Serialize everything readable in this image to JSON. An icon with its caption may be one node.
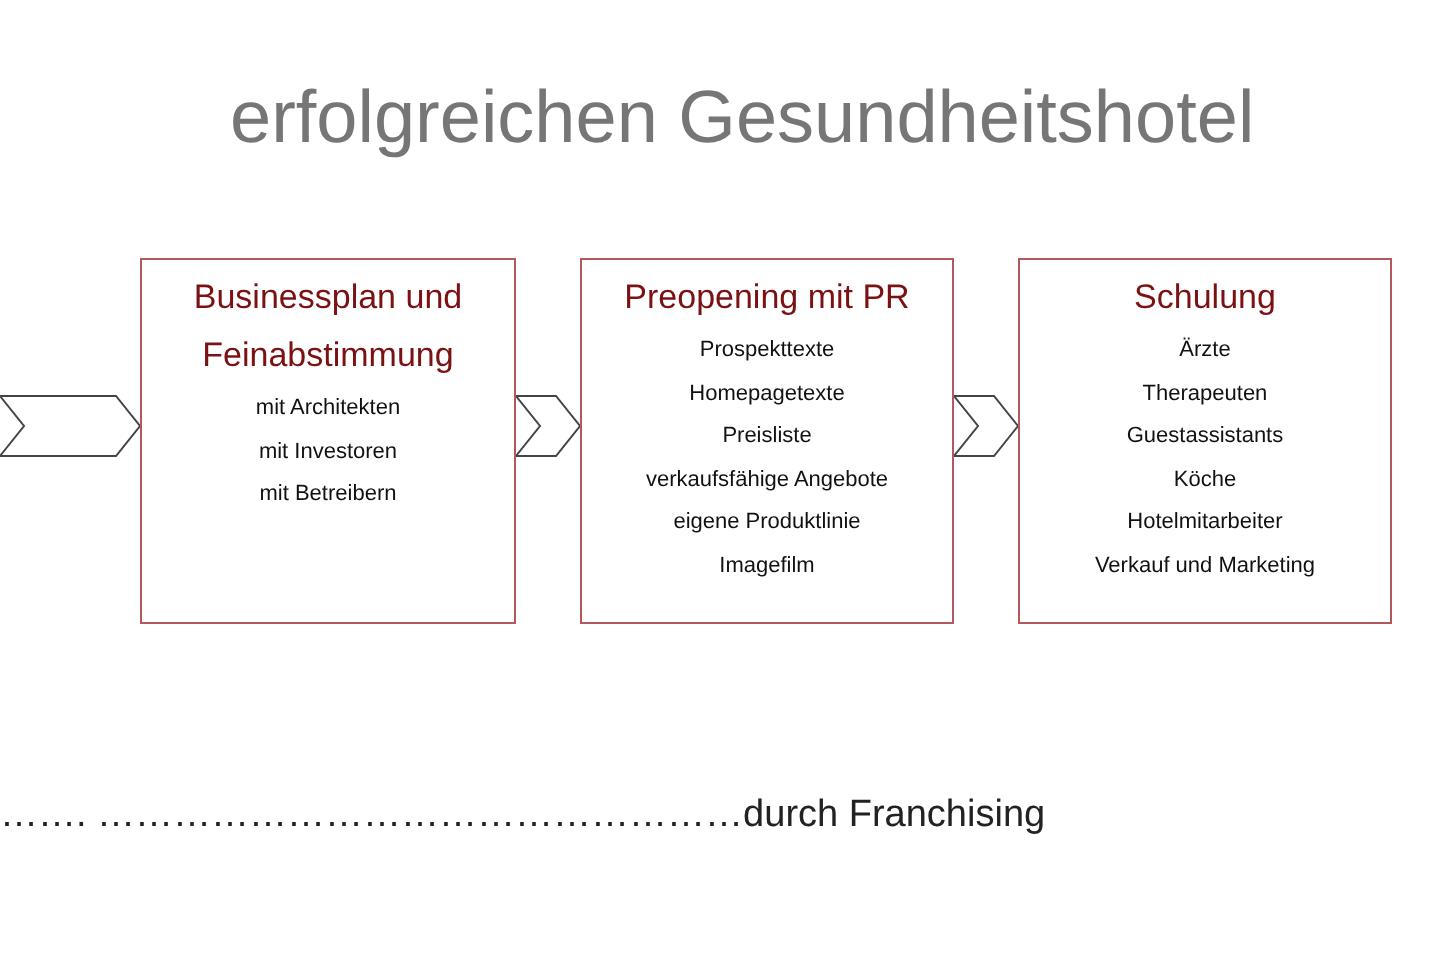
{
  "diagram": {
    "title": "erfolgreichen Gesundheitshotel",
    "nodes": [
      {
        "text": [
          "Businessplan und Feinabstimmung",
          "mit Architekten",
          "mit Investoren",
          "mit Betreibern"
        ]
      },
      {
        "text": [
          "Preopening mit PR",
          "Prospekttexte",
          "Homepagetexte",
          "Preisliste",
          "verkaufsfähige Angebote",
          "eigene Produktlinie",
          "Imagefilm"
        ]
      },
      {
        "text": [
          "Schulung",
          "Ärzte",
          "Therapeuten",
          "Guestassistants",
          "Köche",
          "Hotelmitarbeiter",
          "Verkauf und Marketing"
        ]
      }
    ],
    "edges": [
      {
        "from": null,
        "to": 0,
        "arrow": "to"
      },
      {
        "from": 0,
        "to": 1,
        "arrow": "to"
      },
      {
        "from": 1,
        "to": 2,
        "arrow": "to"
      }
    ],
    "labels": [
      "……. ……………………………………………durch Franchising"
    ]
  }
}
